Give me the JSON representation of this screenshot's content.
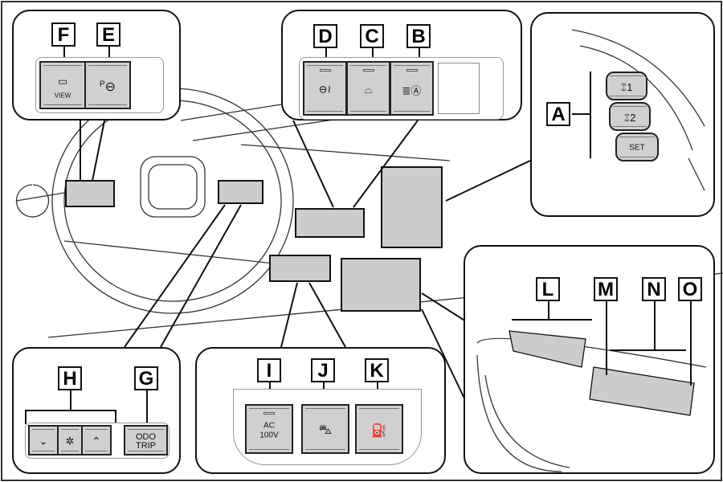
{
  "labels": {
    "A": "A",
    "B": "B",
    "C": "C",
    "D": "D",
    "E": "E",
    "F": "F",
    "G": "G",
    "H": "H",
    "I": "I",
    "J": "J",
    "K": "K",
    "L": "L",
    "M": "M",
    "N": "N",
    "O": "O"
  },
  "buttons": {
    "view": "VIEW",
    "park": "P",
    "ac_line1": "AC",
    "ac_line2": "100V",
    "odo_line1": "ODO",
    "odo_line2": "TRIP",
    "seat1": "1",
    "seat2": "2",
    "set": "SET"
  },
  "icons": {
    "view": "camera-view-icon",
    "park": "steering-wheel-icon",
    "heated_wheel": "heated-steering-wheel-icon",
    "defroster": "windshield-defroster-icon",
    "auto_headlight": "auto-high-beam-icon",
    "down": "chevron-down-icon",
    "up": "chevron-up-icon",
    "lighting": "illumination-icon",
    "power_door": "power-back-door-icon",
    "fuel": "fuel-door-icon"
  }
}
